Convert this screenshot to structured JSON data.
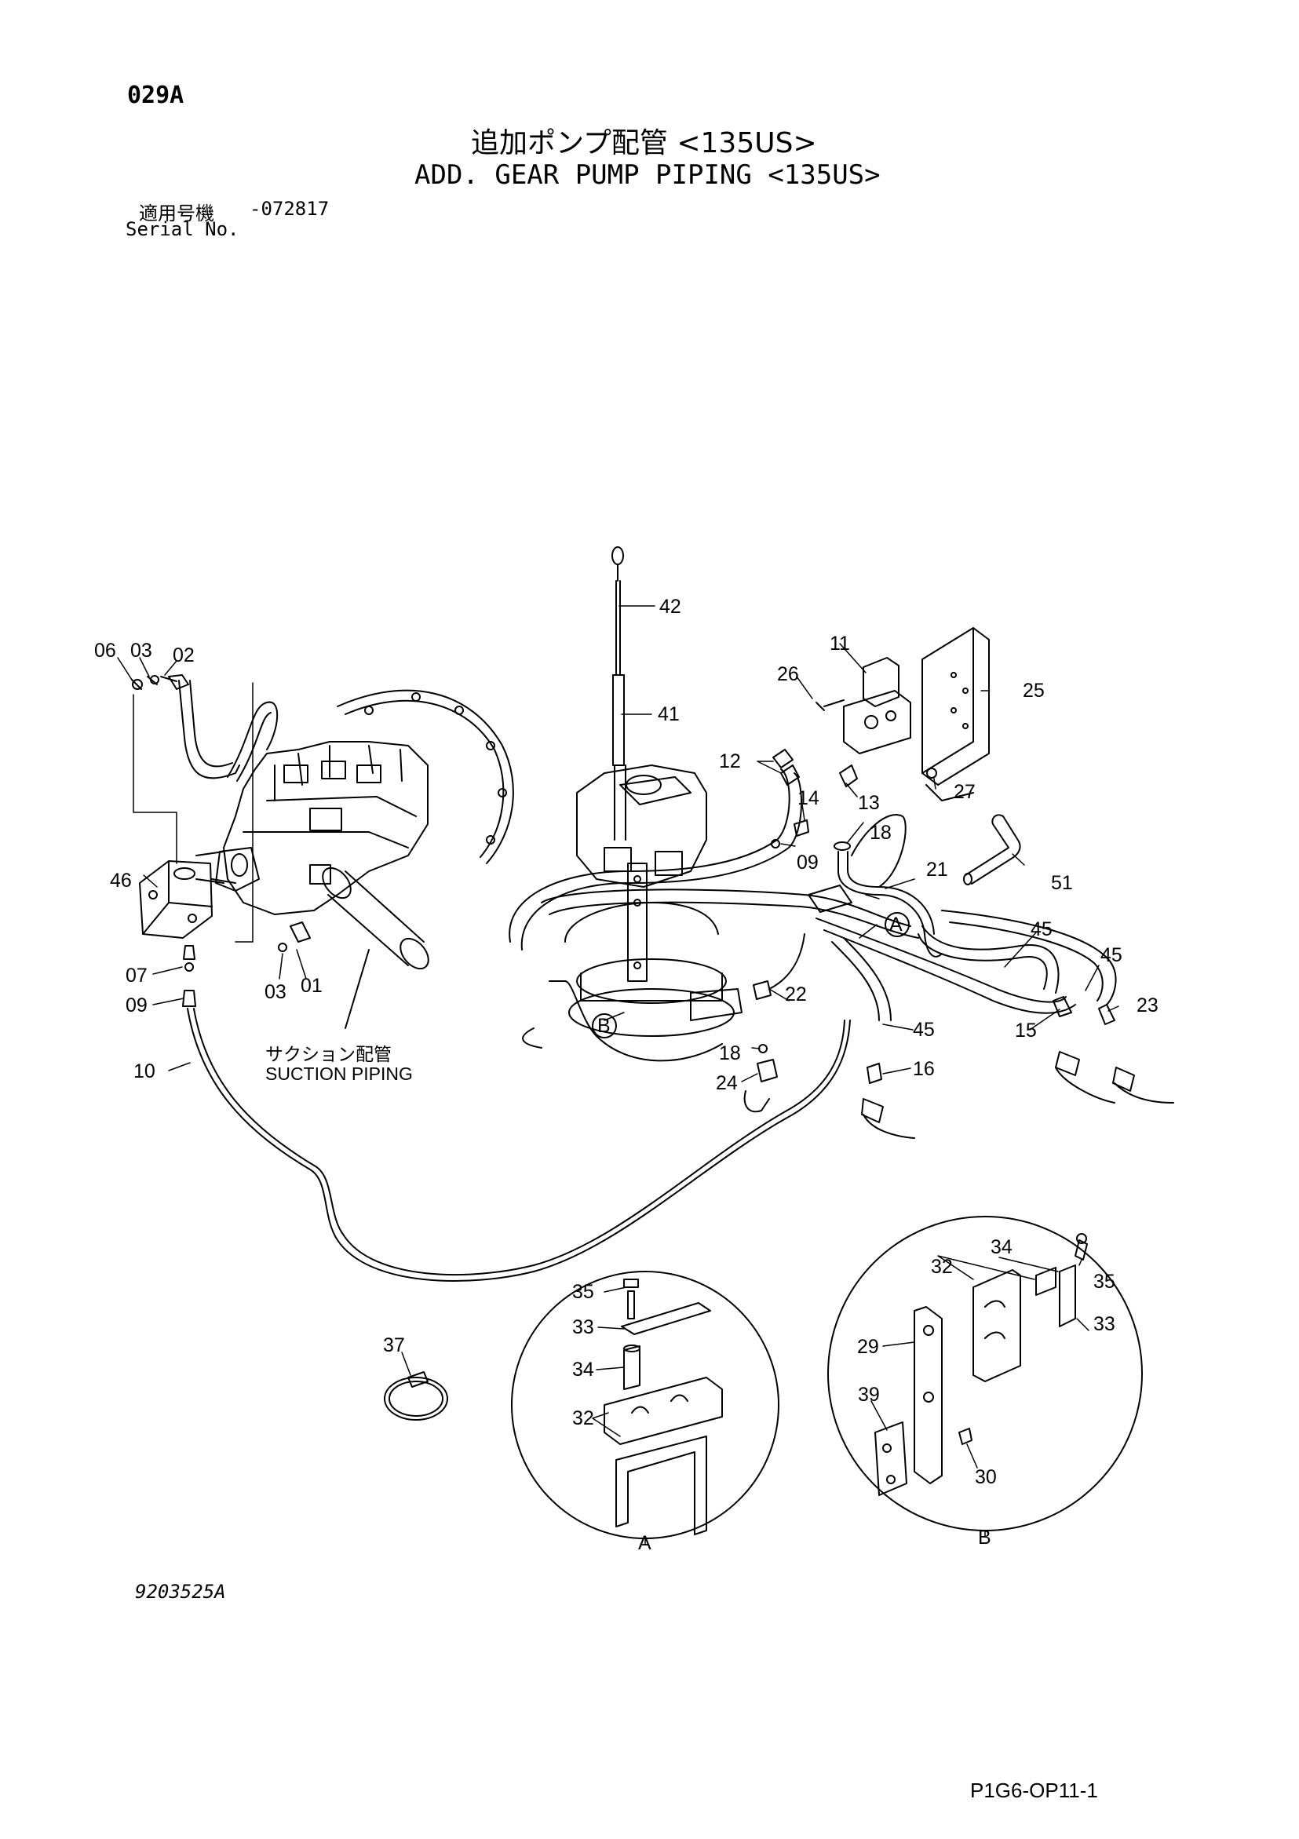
{
  "header": {
    "page_code": "029A",
    "title_jp": "追加ポンプ配管 <135US>",
    "title_en": "ADD. GEAR PUMP PIPING <135US>",
    "serial_label_jp": "適用号機",
    "serial_value": "-072817",
    "serial_label_en": "Serial No."
  },
  "labels": {
    "suction_jp": "サクション配管",
    "suction_en": "SUCTION PIPING",
    "detail_a": "A",
    "detail_b": "B"
  },
  "callouts": [
    "06",
    "03",
    "02",
    "46",
    "07",
    "09",
    "10",
    "03",
    "01",
    "42",
    "41",
    "11",
    "26",
    "25",
    "12",
    "14",
    "13",
    "27",
    "18",
    "09",
    "21",
    "51",
    "45",
    "45",
    "23",
    "22",
    "15",
    "18",
    "24",
    "45",
    "16",
    "35",
    "33",
    "34",
    "32",
    "37",
    "34",
    "32",
    "35",
    "33",
    "29",
    "39",
    "30"
  ],
  "footer": {
    "document_number": "9203525A",
    "page_ref": "P1G6-OP11-1"
  }
}
